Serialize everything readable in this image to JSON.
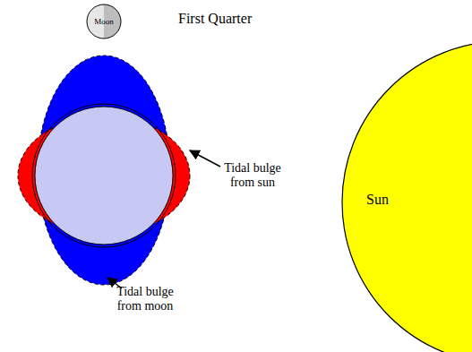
{
  "diagram": {
    "nodes": [
      {
        "text": [
          "Moon"
        ]
      },
      {
        "text": [
          "Sun"
        ]
      }
    ],
    "labels": [
      "First Quarter",
      "Tidal bulge from sun",
      "Tidal bulge from moon"
    ]
  }
}
